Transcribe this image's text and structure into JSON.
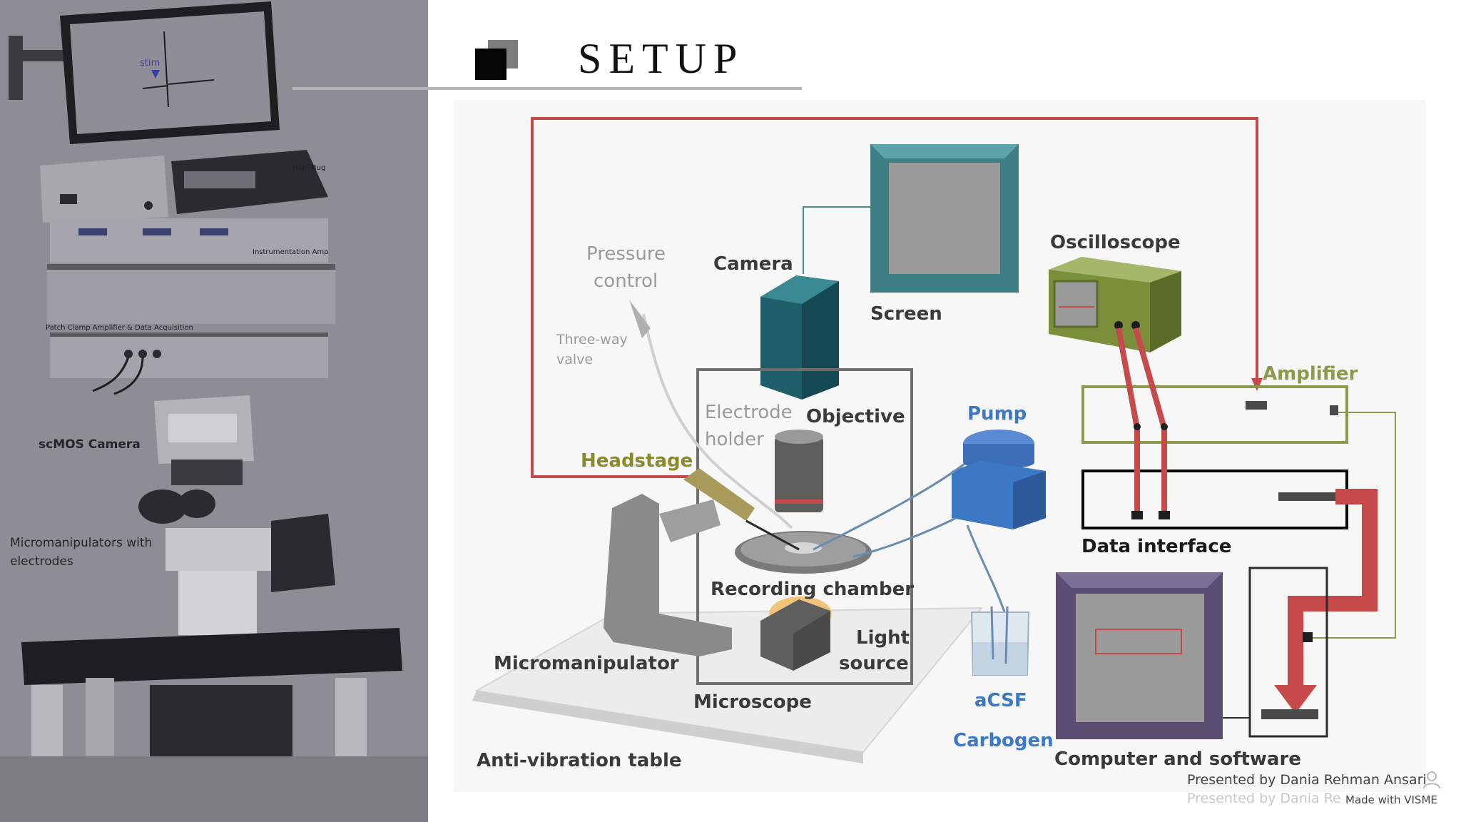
{
  "slide": {
    "title": "SETUP"
  },
  "left_panel": {
    "labels": {
      "scmos_camera": "scMOS Camera",
      "micromanipulators_line1": "Micromanipulators with",
      "micromanipulators_line2": "electrodes",
      "monitor_stim": "stim",
      "hum_bug": "Hum Bug",
      "instrumentation_amp": "Instrumentation Amp",
      "patch_clamp": "Patch Clamp Amplifier & Data Acquisition"
    }
  },
  "diagram": {
    "labels": {
      "pressure_control_1": "Pressure",
      "pressure_control_2": "control",
      "three_way_valve_1": "Three-way",
      "three_way_valve_2": "valve",
      "camera": "Camera",
      "screen": "Screen",
      "oscilloscope": "Oscilloscope",
      "amplifier": "Amplifier",
      "electrode_holder_1": "Electrode",
      "electrode_holder_2": "holder",
      "objective": "Objective",
      "pump": "Pump",
      "headstage": "Headstage",
      "data_interface": "Data interface",
      "recording_chamber": "Recording chamber",
      "light_source_1": "Light",
      "light_source_2": "source",
      "micromanipulator": "Micromanipulator",
      "microscope": "Microscope",
      "acsf": "aCSF",
      "carbogen": "Carbogen",
      "anti_vibration_table": "Anti-vibration table",
      "computer_software": "Computer and software"
    }
  },
  "footer": {
    "presenter": "Presented by Dania Rehman Ansari",
    "presenter_ghost": "Presented by Dania Re",
    "made_with": "Made with VISME"
  },
  "colors": {
    "accent_red": "#c64a4a",
    "amplifier_green": "#8a9a4a",
    "teal": "#2f6a74",
    "pump_blue": "#3d78c4"
  }
}
